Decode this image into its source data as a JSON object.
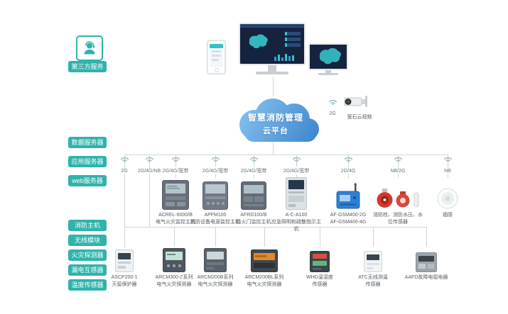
{
  "labels": {
    "third_party": "第三方服务",
    "servers": [
      "数据服务器",
      "应用服务器",
      "web服务器"
    ],
    "device_groups": [
      "消防主机",
      "无线模块",
      "火灾探测器",
      "漏电互感器",
      "温度传感器"
    ]
  },
  "cloud": {
    "line1": "智慧消防管理",
    "line2": "云平台"
  },
  "camera": {
    "network": "2G",
    "label": "萤石云视频"
  },
  "connections": [
    "2G",
    "2G/4G/NB",
    "2G/4G/宽带",
    "2G/4G/宽带",
    "2G/4G/宽带",
    "2G/4G/宽带",
    "2G/4G",
    "NB/2G",
    "NB"
  ],
  "middle_devices": [
    {
      "line1": "ACREL-6000/B",
      "line2": "电气火灾监控主机"
    },
    {
      "line1": "APFM100",
      "line2": "消防设备电源监控主机"
    },
    {
      "line1": "AFRD100/B",
      "line2": "防火门监控主机"
    },
    {
      "line1": "A-C-A100",
      "line2": "应急照明和疏散指示主机"
    },
    {
      "line1": "AF-GSM400-2G",
      "line2": "AF-GSM400-4G"
    },
    {
      "line1": "消防栓、消防水压、水位传感器",
      "line2": ""
    },
    {
      "line1": "烟感",
      "line2": ""
    }
  ],
  "bottom_devices": [
    {
      "line1": "ASCP200-1",
      "line2": "灭弧保护器"
    },
    {
      "line1": "ARCM300-Z系列",
      "line2": "电气火灾探测器"
    },
    {
      "line1": "ARCM200B系列",
      "line2": "电气火灾探测器"
    },
    {
      "line1": "ARCM200BL系列",
      "line2": "电气火灾探测器"
    },
    {
      "line1": "WHD温湿度",
      "line2": "传感器"
    },
    {
      "line1": "ATC无线测温",
      "line2": "传感器"
    },
    {
      "line1": "AAFD故障电弧电器",
      "line2": ""
    }
  ],
  "colors": {
    "accent_teal": "#2fb3ab",
    "cloud_blue": "#4a97dd",
    "screen_navy": "#16233f",
    "alert_red": "#cf3a2d",
    "line_gray": "#d0d4d7"
  }
}
